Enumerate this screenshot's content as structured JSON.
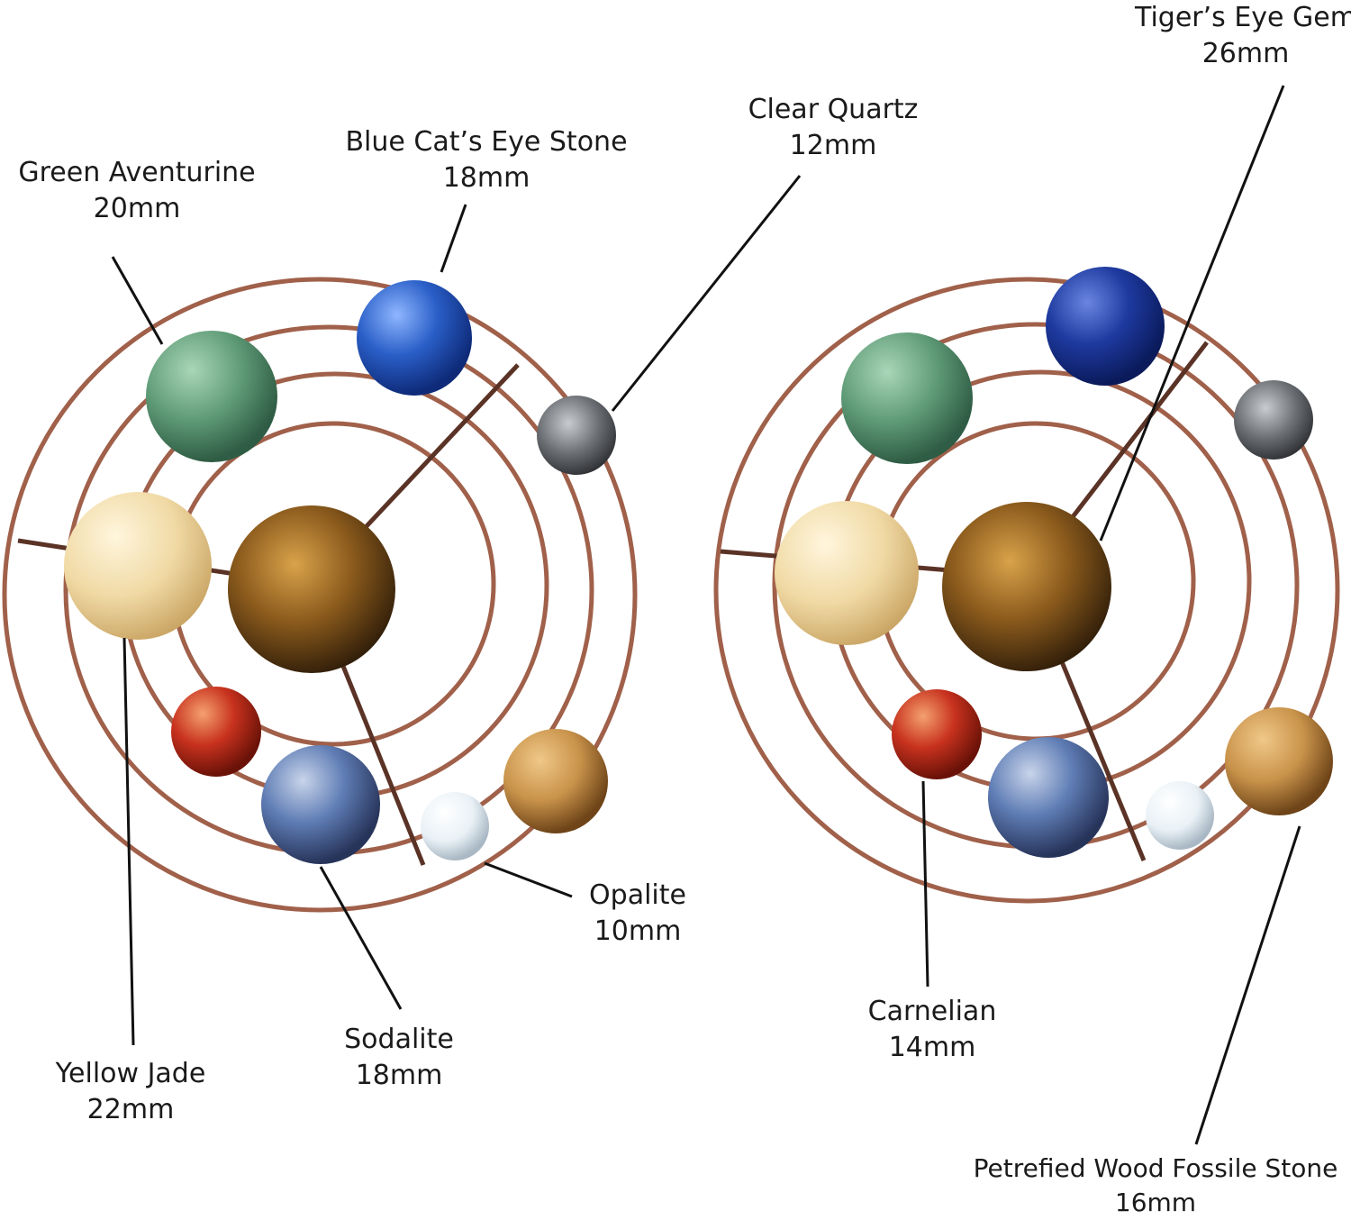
{
  "labels": {
    "green_aventurine": {
      "name": "Green Aventurine",
      "size": "20mm"
    },
    "blue_cats_eye": {
      "name": "Blue Cat’s Eye Stone",
      "size": "18mm"
    },
    "clear_quartz": {
      "name": "Clear Quartz",
      "size": "12mm"
    },
    "tigers_eye": {
      "name": "Tiger’s Eye Gem",
      "size": "26mm"
    },
    "opalite": {
      "name": "Opalite",
      "size": "10mm"
    },
    "sodalite": {
      "name": "Sodalite",
      "size": "18mm"
    },
    "yellow_jade": {
      "name": "Yellow Jade",
      "size": "22mm"
    },
    "carnelian": {
      "name": "Carnelian",
      "size": "14mm"
    },
    "petrified_wood": {
      "name": "Petrefied Wood Fossile Stone",
      "size": "16mm"
    }
  },
  "colors": {
    "wire": "#a0604a",
    "wire_dark": "#5a3326",
    "leader_line": "#111111",
    "green_aventurine": "#5e9a76",
    "blue_cats_eye": "#2a5fc8",
    "clear_quartz": "#6b6e72",
    "tigers_eye": "#8a5a1c",
    "yellow_jade": "#f0d9a4",
    "carnelian": "#c8321e",
    "sodalite": "#5f7db5",
    "opalite": "#e9f1f6",
    "petrified_wood": "#c8924a"
  }
}
